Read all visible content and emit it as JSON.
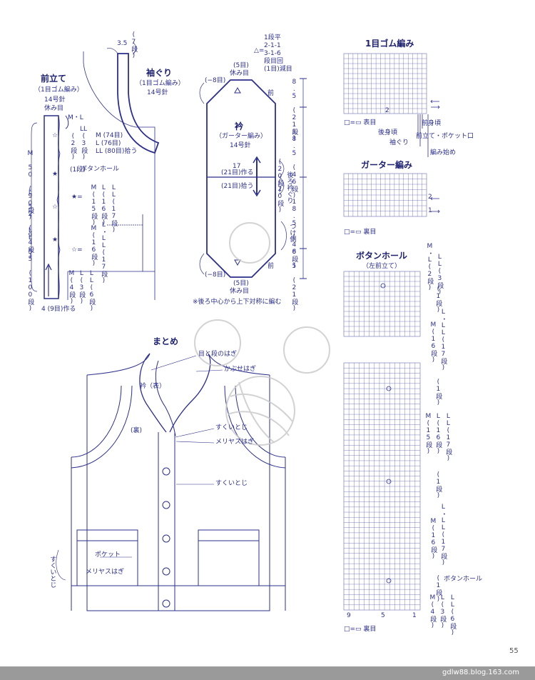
{
  "front_band": {
    "title": "前立て",
    "pattern": "（1目ゴム編み）",
    "needle": "14号針",
    "rest": "休み目",
    "sizes_label_top": [
      "M・L",
      "(2段)",
      "LL",
      "(3段)"
    ],
    "star_rows": [
      "M(15段)",
      "L(16段)",
      "LL(17段)"
    ],
    "hollow_star_rows": [
      "M(16段)",
      "L・LL(17段)"
    ],
    "bottom_rows": [
      "M(4段)",
      "L(3段)",
      "LL(6段)"
    ],
    "buttonhole": "ボタンホール",
    "one_row": "(1段)",
    "left_heights": [
      "M 50 (90段)",
      "L 52 (94段)",
      "LL 55 (100段)"
    ],
    "bottom_start": "4 (9目)作る",
    "legend_star": "★=",
    "legend_hollow_star": "☆="
  },
  "armhole": {
    "title": "袖ぐり",
    "pattern": "（1目ゴム編み）",
    "needle": "14号針",
    "top_dim": "3.5",
    "top_rows": "(7段)",
    "pickup": [
      "M (74目)",
      "L (76目)",
      "LL (80目)拾う"
    ]
  },
  "collar": {
    "title": "衿",
    "pattern": "（ガーター編み）",
    "needle": "14号針",
    "top": [
      "(5目)",
      "休み目"
    ],
    "decrease": [
      "1段平",
      "2-1-1",
      "3-1-6",
      "段目回",
      "(1目)減目"
    ],
    "left_marks": [
      "(−8目)",
      "(−8目)"
    ],
    "right_marks": [
      "前",
      "前"
    ],
    "middle": [
      "17",
      "(21目)作る",
      "(21目)拾う"
    ],
    "side": [
      "(20段)",
      "(20段)",
      "後ろ衿ぐり"
    ],
    "dims": [
      "8.5 (21段)",
      "18.5 (46段)",
      "18.5 (46段)",
      "8.5 (21段)"
    ],
    "sewing": "つけ側",
    "bottom": [
      "(5目)",
      "休み目"
    ],
    "note": "※後ろ中心から上下対称に編む"
  },
  "rib_chart": {
    "title": "1目ゴム編み",
    "legend": "□=▭ 表目",
    "labels": [
      "前身頃",
      "後身頃",
      "袖ぐり",
      "前立て・ポケット口",
      "編み始め"
    ],
    "col_numbers": [
      "2"
    ]
  },
  "garter_chart": {
    "title": "ガーター編み",
    "legend": "□=▭ 裏目",
    "row_numbers": [
      "2",
      "1"
    ]
  },
  "buttonhole_chart": {
    "title": "ボタンホール",
    "subtitle": "（左前立て）",
    "legend": "□=▭ 裏目",
    "col_numbers": [
      "9",
      "5",
      "1"
    ],
    "right_labels": [
      "M・L(2段)",
      "LL(3段)",
      "(1段)",
      "L・LL(17段)",
      "M(16段)",
      "(1段)",
      "M(15段)",
      "L(16段)",
      "LL(17段)",
      "(1段)",
      "L・LL(17段)",
      "M(16段)",
      "ボタンホール",
      "(1段)",
      "M(4段)",
      "L(3段)",
      "LL(6段)"
    ]
  },
  "assembly": {
    "title": "まとめ",
    "labels": [
      "目と段のはぎ",
      "かぶせはぎ",
      "衿（表）",
      "(裏)",
      "すくいとじ",
      "メリヤスはぎ",
      "すくいとじ",
      "ポケット",
      "メリヤスはぎ",
      "すくいとじ"
    ]
  },
  "page_number": "55",
  "footer_text": "gdlw88.blog.163.com",
  "colors": {
    "ink": "#2b2f8a",
    "grid": "#4a4fa0",
    "footer": "#9a9a9a"
  }
}
